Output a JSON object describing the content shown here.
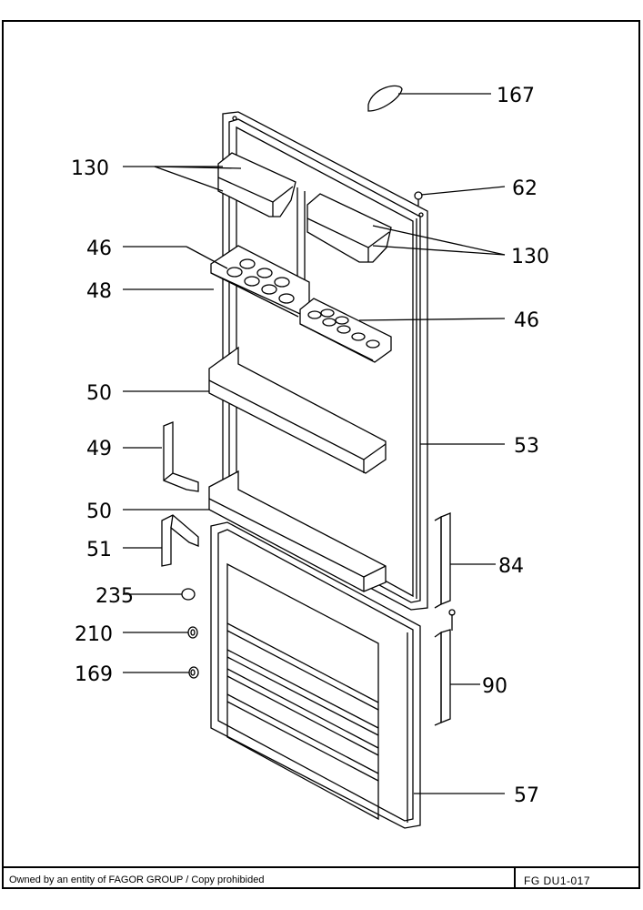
{
  "callouts": {
    "c167": "167",
    "c62": "62",
    "c130_left": "130",
    "c130_right": "130",
    "c46_left": "46",
    "c48": "48",
    "c46_right": "46",
    "c50_top": "50",
    "c49": "49",
    "c53": "53",
    "c50_bottom": "50",
    "c51": "51",
    "c84": "84",
    "c235": "235",
    "c210": "210",
    "c90": "90",
    "c169": "169",
    "c57": "57"
  },
  "footer": {
    "ownership": "Owned by an entity of FAGOR GROUP / Copy prohibided",
    "reference": "FG DU1-017"
  }
}
